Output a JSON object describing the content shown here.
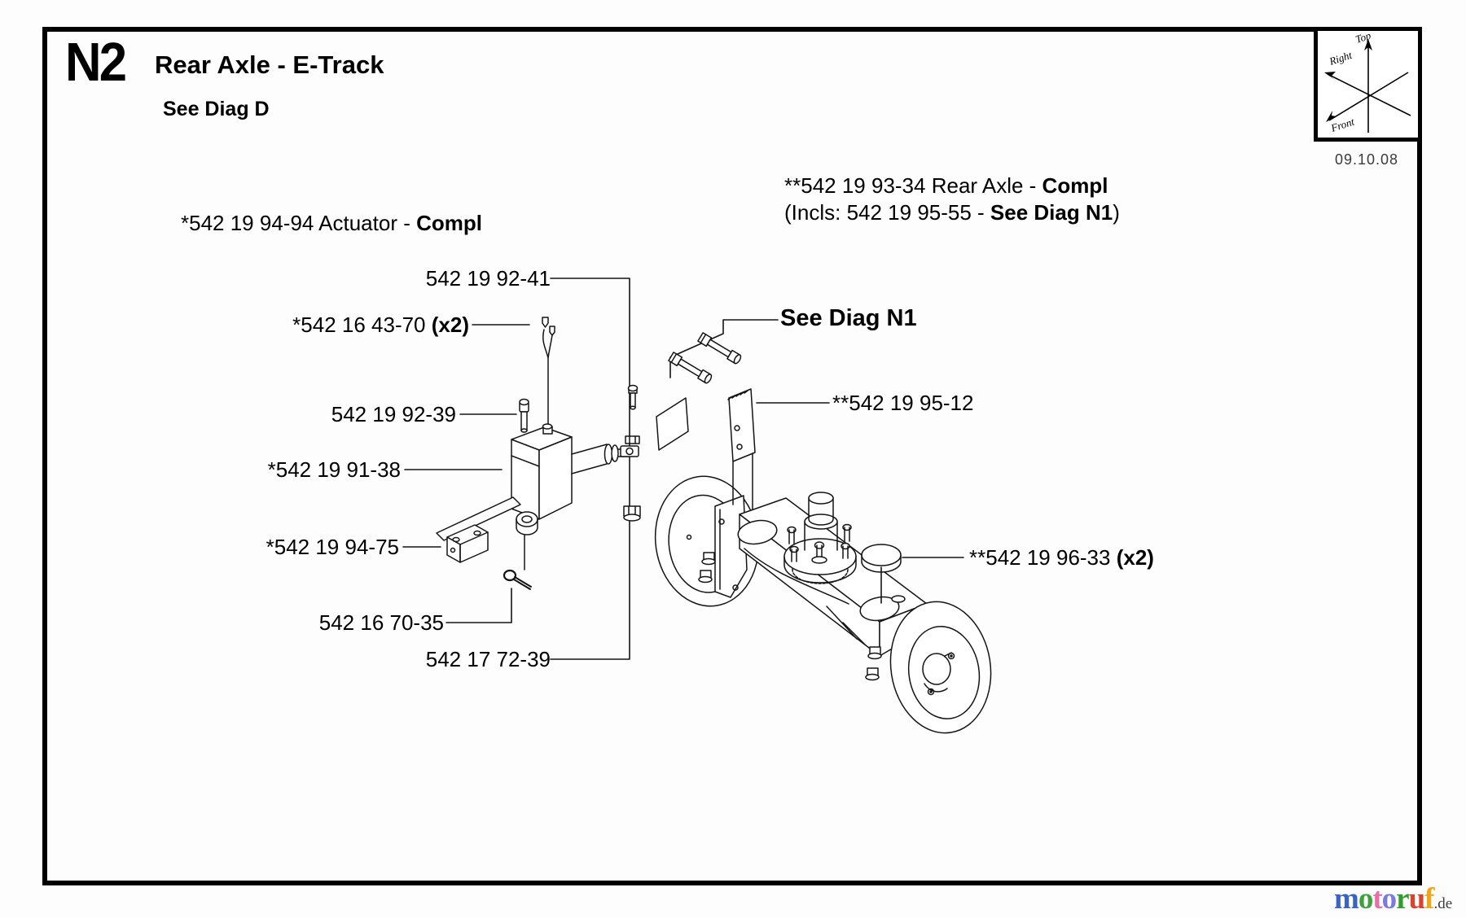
{
  "header": {
    "diagram_id": "N2",
    "title": "Rear Axle - E-Track",
    "subtitle": "See Diag D"
  },
  "orientation_box": {
    "axis_top": "Top",
    "axis_right": "Right",
    "axis_front": "Front",
    "date": "09.10.08"
  },
  "notes": {
    "actuator_text": "*542 19 94-94 Actuator - ",
    "actuator_bold": "Compl",
    "rear_axle_line1_text": "**542 19 93-34 Rear Axle - ",
    "rear_axle_line1_bold": "Compl",
    "rear_axle_line2_text": "(Incls: 542 19 95-55 - ",
    "rear_axle_line2_bold": "See Diag N1",
    "rear_axle_line2_suffix": ")"
  },
  "part_labels": {
    "l_92_41": "542 19 92-41",
    "l_43_70_text": "*542 16 43-70 ",
    "l_43_70_bold": "(x2)",
    "l_see_diag_n1": "See Diag N1",
    "l_92_39": "542 19 92-39",
    "l_91_38": "*542 19 91-38",
    "l_95_12": "**542 19 95-12",
    "l_94_75": "*542 19 94-75",
    "l_96_33_text": "**542 19 96-33 ",
    "l_96_33_bold": "(x2)",
    "l_70_35": "542 16 70-35",
    "l_72_39": "542 17 72-39"
  },
  "footer": {
    "logo_letters": [
      {
        "ch": "m",
        "color": "#3b63c4"
      },
      {
        "ch": "o",
        "color": "#3da23d"
      },
      {
        "ch": "t",
        "color": "#e76fa5"
      },
      {
        "ch": "o",
        "color": "#7b7bde"
      },
      {
        "ch": "r",
        "color": "#2f9e2f"
      },
      {
        "ch": "u",
        "color": "#d8452f"
      },
      {
        "ch": "f",
        "color": "#f0a51a"
      }
    ],
    "logo_suffix": ".de",
    "line_color": "#141414"
  }
}
